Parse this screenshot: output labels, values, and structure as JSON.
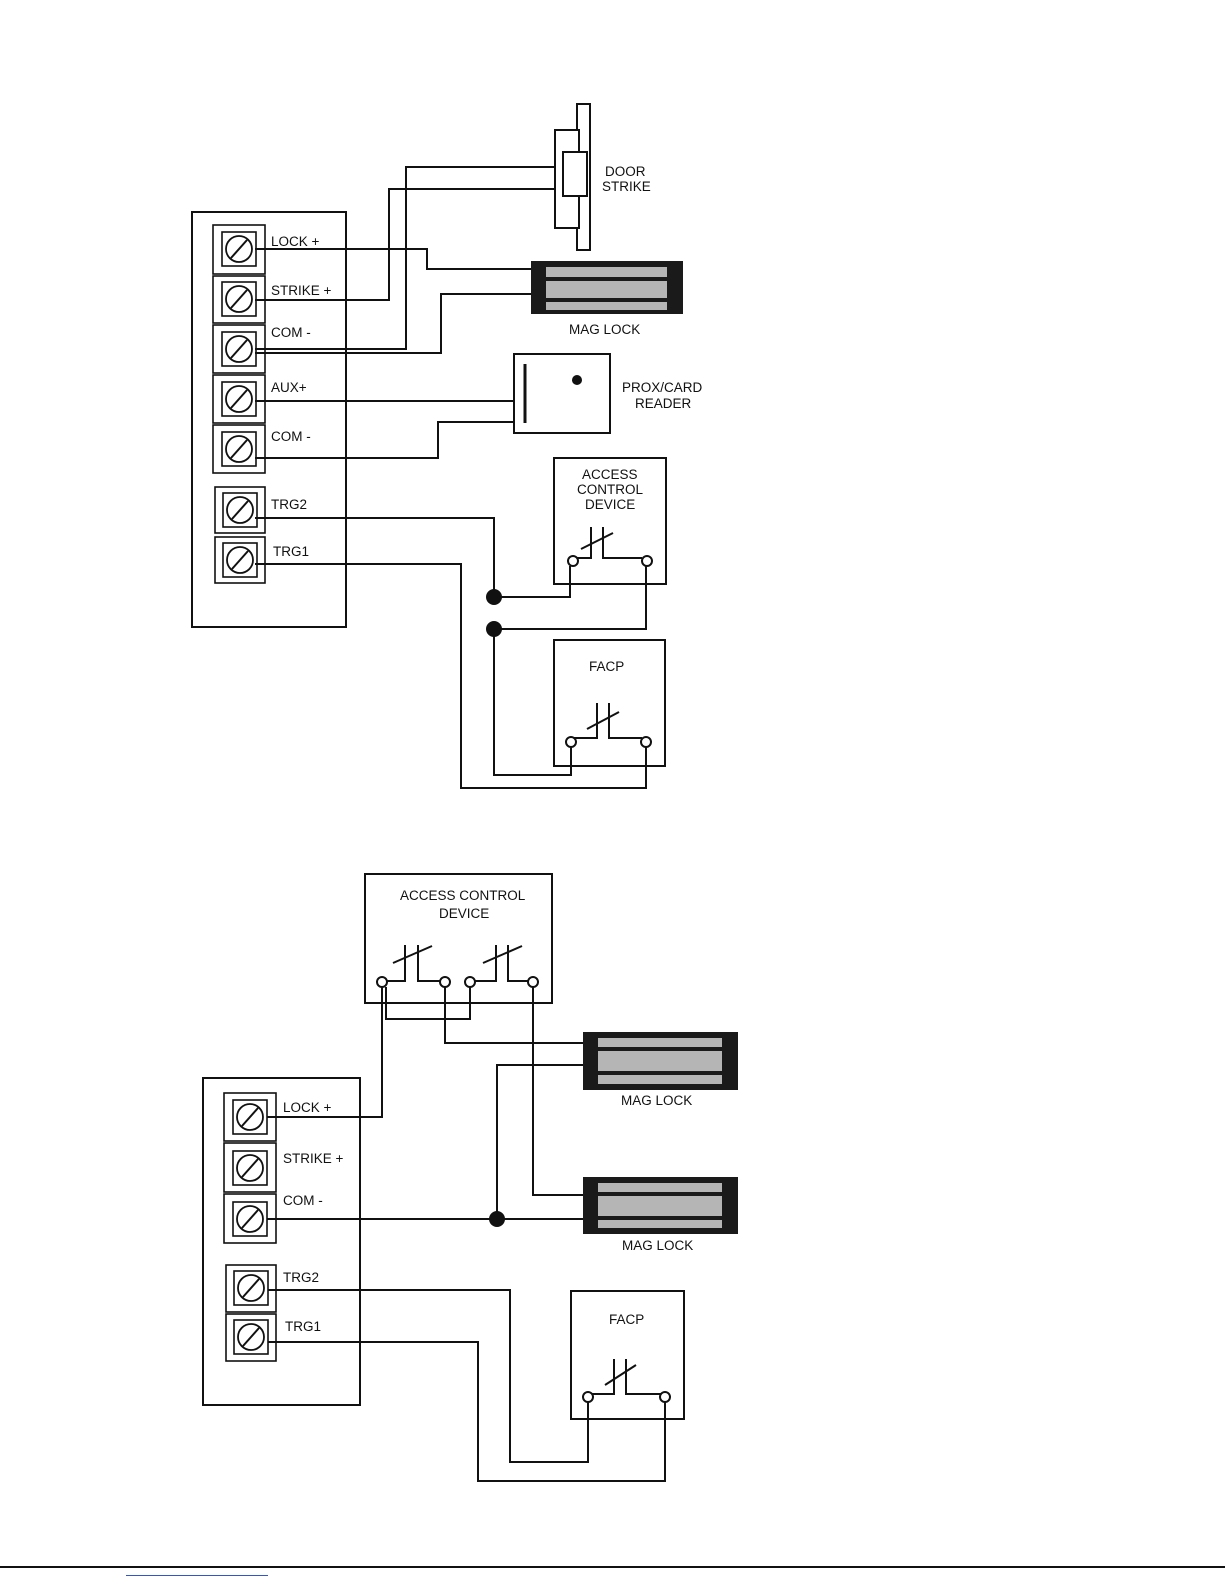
{
  "diagram1": {
    "terminals": [
      "LOCK +",
      "STRIKE +",
      "COM -",
      "AUX+",
      "COM -",
      "TRG2",
      "TRG1"
    ],
    "door_strike": [
      "DOOR",
      "STRIKE"
    ],
    "mag_lock": "MAG LOCK",
    "reader": [
      "PROX/CARD",
      "READER"
    ],
    "access_control": [
      "ACCESS",
      "CONTROL",
      "DEVICE"
    ],
    "facp": "FACP"
  },
  "diagram2": {
    "terminals": [
      "LOCK +",
      "STRIKE +",
      "COM -",
      "TRG2",
      "TRG1"
    ],
    "access_control": [
      "ACCESS CONTROL",
      "DEVICE"
    ],
    "mag_lock_1": "MAG LOCK",
    "mag_lock_2": "MAG LOCK",
    "facp": "FACP"
  }
}
